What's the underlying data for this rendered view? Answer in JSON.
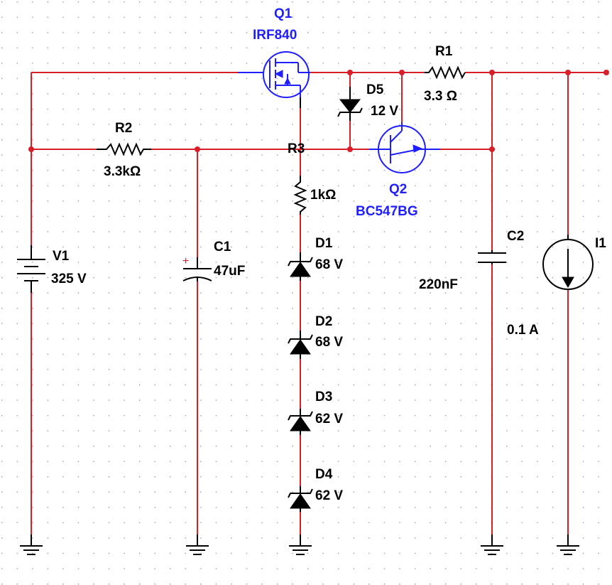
{
  "components": {
    "q1": {
      "ref": "Q1",
      "value": "IRF840"
    },
    "q2": {
      "ref": "Q2",
      "value": "BC547BG"
    },
    "r1": {
      "ref": "R1",
      "value": "3.3 Ω"
    },
    "r2": {
      "ref": "R2",
      "value": "3.3kΩ"
    },
    "r3": {
      "ref": "R3",
      "value": "1kΩ"
    },
    "d5": {
      "ref": "D5",
      "value": "12 V"
    },
    "v1": {
      "ref": "V1",
      "value": "325 V"
    },
    "c1": {
      "ref": "C1",
      "value": "47uF",
      "polarity": "+"
    },
    "c2": {
      "ref": "C2",
      "value": "220nF"
    },
    "i1": {
      "ref": "I1",
      "value": "0.1 A"
    },
    "d1": {
      "ref": "D1",
      "value": "68 V"
    },
    "d2": {
      "ref": "D2",
      "value": "68 V"
    },
    "d3": {
      "ref": "D3",
      "value": "62 V"
    },
    "d4": {
      "ref": "D4",
      "value": "62 V"
    }
  },
  "colors": {
    "wire": "#d81e28",
    "component": "#000000",
    "transistor": "#1e1eff",
    "grid": "#9a9a9a"
  }
}
